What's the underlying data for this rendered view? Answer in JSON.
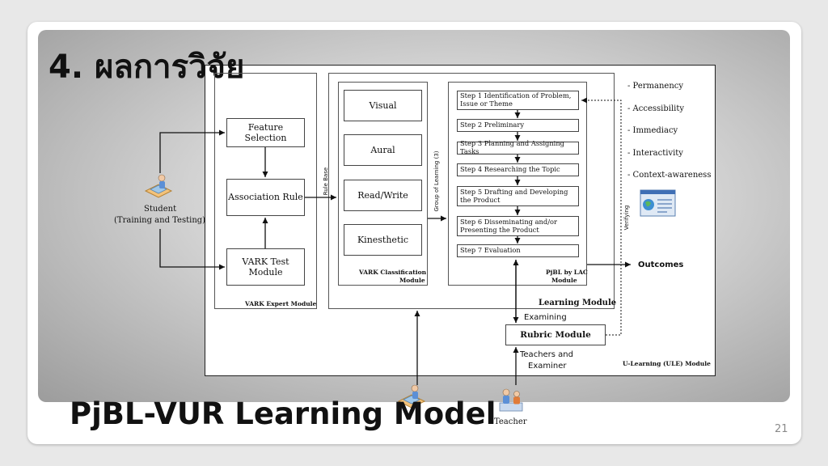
{
  "slide": {
    "heading": "4. ผลการวิจัย",
    "footer_title": "PjBL-VUR Learning Model",
    "page_number": "21"
  },
  "diagram": {
    "student_label": "Student",
    "student_sub": "(Training and Testing)",
    "teacher_label": "Teacher",
    "vark_expert": {
      "feature_selection": "Feature Selection",
      "association_rule": "Association Rule",
      "vark_test": "VARK Test Module",
      "module_label": "VARK Expert Module"
    },
    "rule_base_label": "Rule Base",
    "vark_classification": {
      "items": [
        "Visual",
        "Aural",
        "Read/Write",
        "Kinesthetic"
      ],
      "module_label_1": "VARK Classification",
      "module_label_2": "Module"
    },
    "group_label": "Group of Learning (3)",
    "pjbl": {
      "steps": [
        "Step 1 Identification of Problem, Issue or Theme",
        "Step 2 Preliminary",
        "Step 3 Planning and Assigning Tasks",
        "Step 4 Researching the Topic",
        "Step 5 Drafting and Developing the Product",
        "Step 6 Disseminating and/or Presenting the Product",
        "Step 7 Evaluation"
      ],
      "module_label_1": "PjBL by LAC",
      "module_label_2": "Module"
    },
    "learning_module_label": "Learning Module",
    "properties": [
      "- Permanency",
      "- Accessibility",
      "- Immediacy",
      "- Interactivity",
      "- Context-awareness"
    ],
    "verifying_label": "Verifying",
    "outcomes_label": "Outcomes",
    "examining_label": "Examining",
    "rubric_label": "Rubric Module",
    "teachers_examiner_1": "Teachers and",
    "teachers_examiner_2": "Examiner",
    "ule_label": "U-Learning (ULE) Module"
  }
}
